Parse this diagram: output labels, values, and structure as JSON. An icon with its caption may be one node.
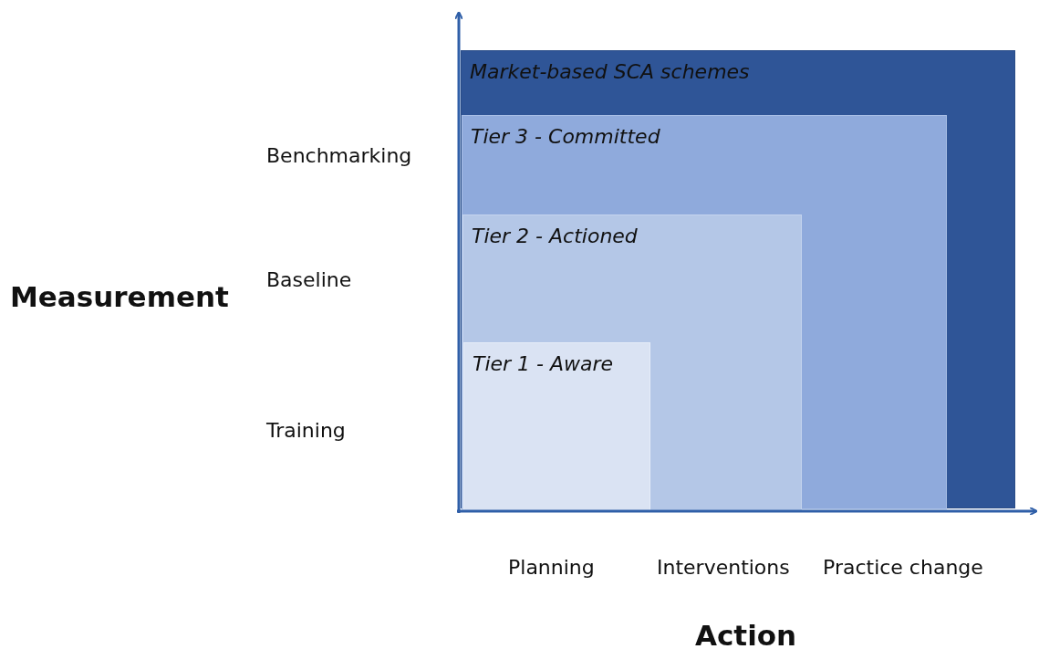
{
  "diagram": {
    "nodes": [
      {
        "text": [
          "Market-based SCA schemes"
        ]
      },
      {
        "text": [
          "Tier 3 - Committed"
        ],
        "in": 0
      },
      {
        "text": [
          "Tier 2 - Actioned"
        ],
        "in": 1
      },
      {
        "text": [
          "Tier 1 - Aware"
        ],
        "in": 2
      }
    ],
    "edges": [],
    "labels": [
      "Benchmarking",
      "Measurement",
      "Baseline",
      "Training",
      "Planning",
      "Interventions",
      "Practice change",
      "Action"
    ]
  }
}
